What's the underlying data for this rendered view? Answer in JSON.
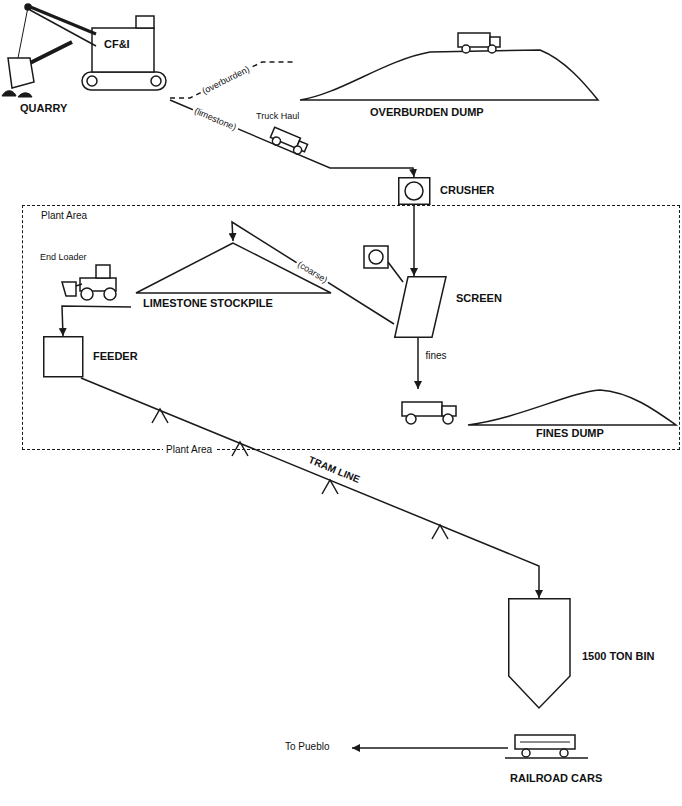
{
  "diagram": {
    "nodes": [
      {
        "text": [
          "QUARRY"
        ]
      },
      {
        "text": [
          "OVERBURDEN DUMP"
        ]
      },
      {
        "text": [
          "Plant Area",
          "Plant Area"
        ]
      },
      {
        "text": [
          "CRUSHER"
        ],
        "in": 2
      },
      {
        "text": [
          "SCREEN"
        ],
        "in": 2
      },
      {
        "text": [
          "LIMESTONE STOCKPILE"
        ],
        "in": 2
      },
      {
        "text": [
          "FINES DUMP"
        ],
        "in": 2
      },
      {
        "text": [
          "FEEDER"
        ],
        "in": 2
      },
      {
        "text": [
          "1500 TON BIN"
        ]
      },
      {
        "text": [
          "RAILROAD CARS"
        ]
      }
    ],
    "edges": [
      {
        "from": 0,
        "to": 1,
        "label": "(overburden)",
        "arrow": "none"
      },
      {
        "from": 0,
        "to": 3,
        "label": "(limestone)",
        "arrow": "to"
      },
      {
        "from": 3,
        "to": 4,
        "arrow": "to"
      },
      {
        "from": 4,
        "to": 5,
        "label": "(coarse)",
        "arrow": "to"
      },
      {
        "from": 4,
        "to": 6,
        "label": "fines",
        "arrow": "to"
      },
      {
        "from": 5,
        "to": 7,
        "arrow": "to"
      },
      {
        "from": 7,
        "to": 8,
        "label": "TRAM LINE",
        "arrow": "to"
      }
    ],
    "labels": [
      "CF&I",
      "Truck Haul",
      "End Loader",
      "To Pueblo"
    ]
  }
}
